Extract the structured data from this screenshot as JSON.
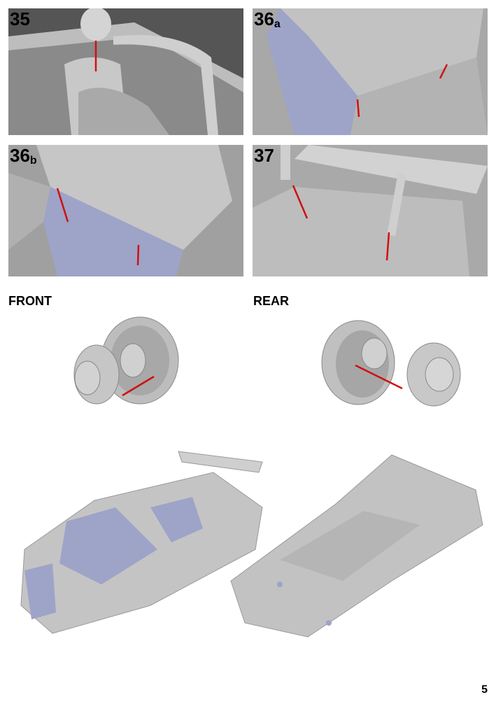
{
  "steps": [
    {
      "number": "35",
      "sub": ""
    },
    {
      "number": "36",
      "sub": "a"
    },
    {
      "number": "36",
      "sub": "b"
    },
    {
      "number": "37",
      "sub": ""
    }
  ],
  "wheels": {
    "front_label": "FRONT",
    "rear_label": "REAR"
  },
  "colors": {
    "accent_line": "#d01010",
    "glass": "#9ea3c8",
    "body": "#c4c4c4"
  },
  "page_number": "5"
}
